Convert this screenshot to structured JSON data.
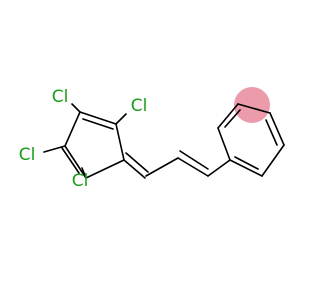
{
  "molecule": {
    "atoms": [
      {
        "id": "cl1",
        "symbol": "Cl"
      },
      {
        "id": "cl2",
        "symbol": "Cl"
      },
      {
        "id": "cl3",
        "symbol": "Cl"
      },
      {
        "id": "cl4",
        "symbol": "Cl"
      }
    ],
    "colors": {
      "chlorine": "#1a9e1a",
      "bond": "#000000",
      "highlight": "#e88a9a"
    }
  }
}
